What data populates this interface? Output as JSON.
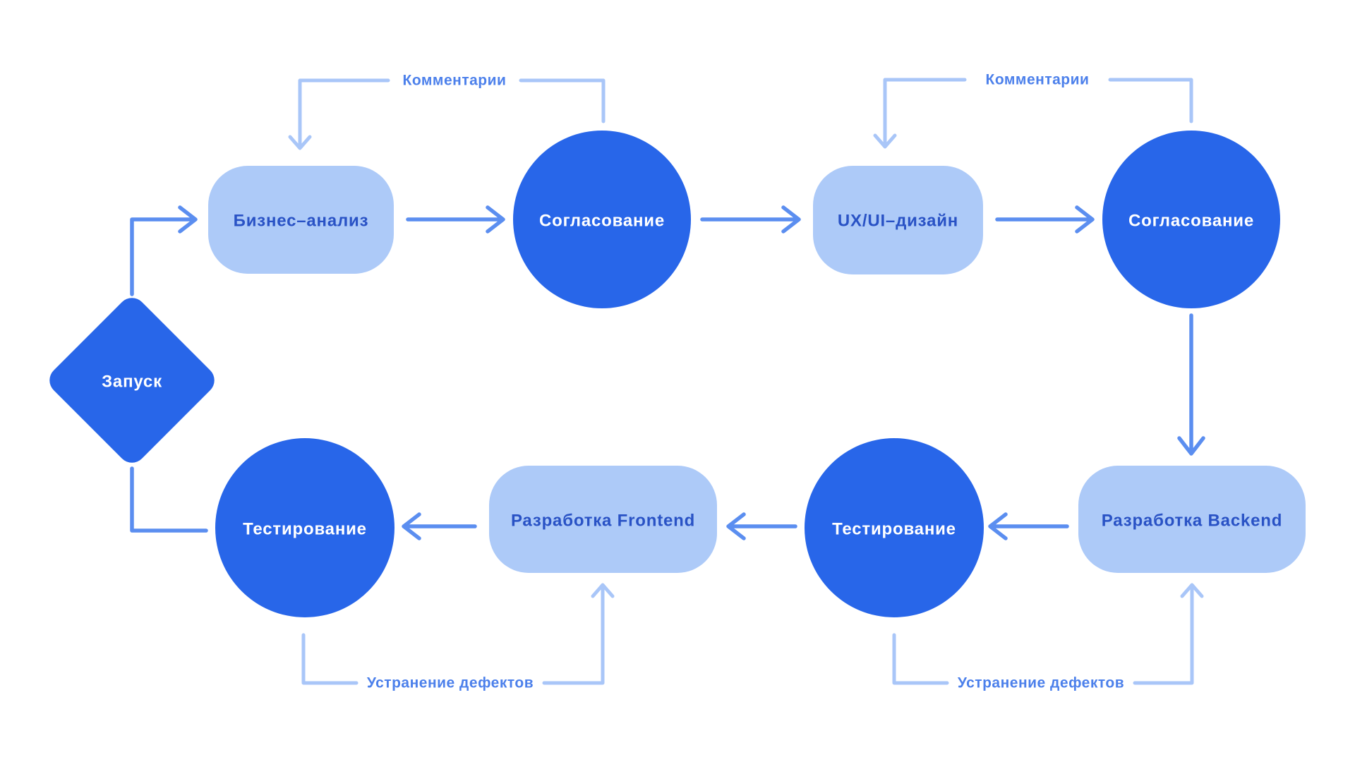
{
  "diagram": {
    "colors": {
      "node_dark": "#2866E9",
      "node_light": "#ADCAF8",
      "node_light_text": "#2952C5",
      "node_dark_text": "#FFFFFF",
      "flow_line": "#5B8EF0",
      "loop_line": "#A9C6F8",
      "loop_label_text": "#4C80EB",
      "background": "#FFFFFF"
    },
    "nodes": [
      {
        "id": "start",
        "shape": "diamond",
        "label": "Запуск"
      },
      {
        "id": "business-analysis",
        "shape": "rounded-rect",
        "label": "Бизнес–анализ"
      },
      {
        "id": "approval-1",
        "shape": "circle",
        "label": "Согласование"
      },
      {
        "id": "ux-ui-design",
        "shape": "rounded-rect",
        "label": "UX/UI–дизайн"
      },
      {
        "id": "approval-2",
        "shape": "circle",
        "label": "Согласование"
      },
      {
        "id": "backend-development",
        "shape": "rounded-rect",
        "label": "Разработка Backend"
      },
      {
        "id": "testing-backend",
        "shape": "circle",
        "label": "Тестирование"
      },
      {
        "id": "frontend-development",
        "shape": "rounded-rect",
        "label": "Разработка Frontend"
      },
      {
        "id": "testing-frontend",
        "shape": "circle",
        "label": "Тестирование"
      }
    ],
    "edge_labels": [
      {
        "id": "comments-top-left",
        "text": "Комментарии"
      },
      {
        "id": "comments-top-right",
        "text": "Комментарии"
      },
      {
        "id": "defect-fix-bottom-left",
        "text": "Устранение дефектов"
      },
      {
        "id": "defect-fix-bottom-right",
        "text": "Устранение дефектов"
      }
    ]
  }
}
